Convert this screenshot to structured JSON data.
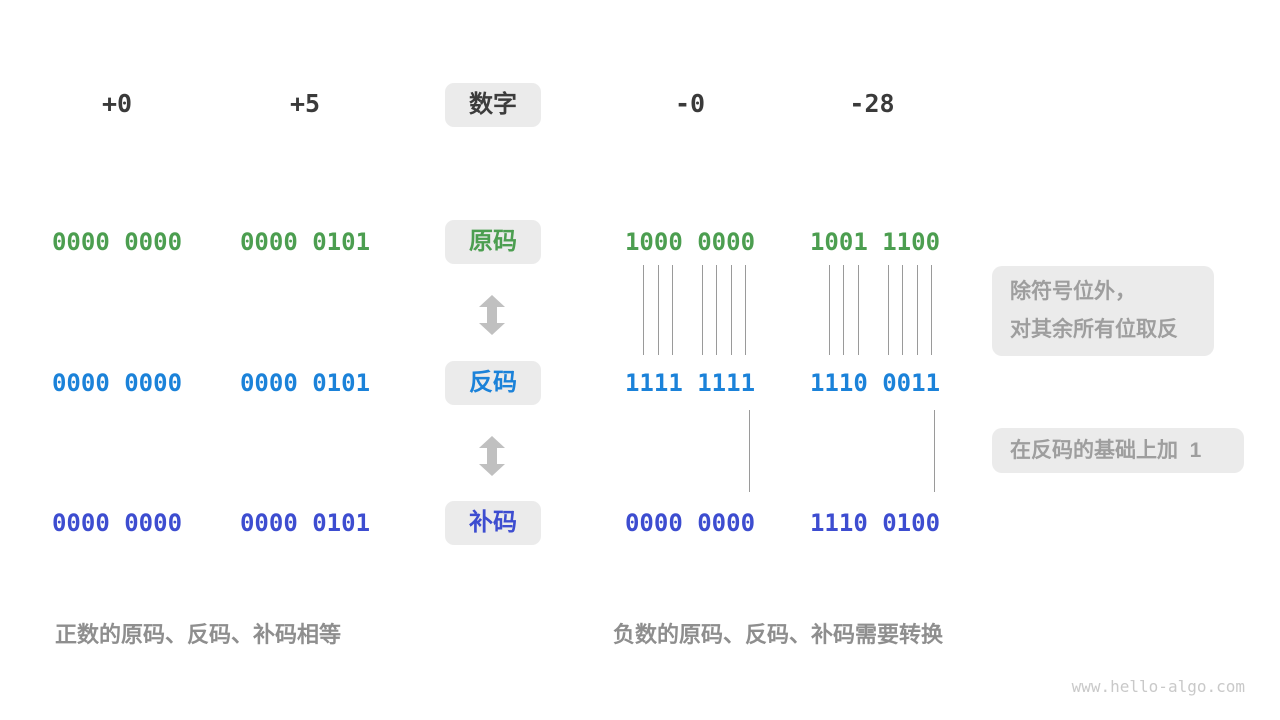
{
  "colors": {
    "sign_magnitude": "#4c9e50",
    "ones_complement": "#1b82d9",
    "twos_complement": "#3d4dd0",
    "number_text": "#3a3a3a"
  },
  "header": {
    "badge_label": "数字",
    "values": [
      "+0",
      "+5",
      "-0",
      "-28"
    ]
  },
  "rows": [
    {
      "label": "原码",
      "values": [
        "0000 0000",
        "0000 0101",
        "1000 0000",
        "1001 1100"
      ]
    },
    {
      "label": "反码",
      "values": [
        "0000 0000",
        "0000 0101",
        "1111 1111",
        "1110 0011"
      ]
    },
    {
      "label": "补码",
      "values": [
        "0000 0000",
        "0000 0101",
        "0000 0000",
        "1110 0100"
      ]
    }
  ],
  "annotations": {
    "flip_rule_line1": "除符号位外，",
    "flip_rule_line2": "对其余所有位取反",
    "add_one_rule": "在反码的基础上加  1"
  },
  "captions": {
    "positive": "正数的原码、反码、补码相等",
    "negative": "负数的原码、反码、补码需要转换"
  },
  "watermark": "www.hello-algo.com"
}
